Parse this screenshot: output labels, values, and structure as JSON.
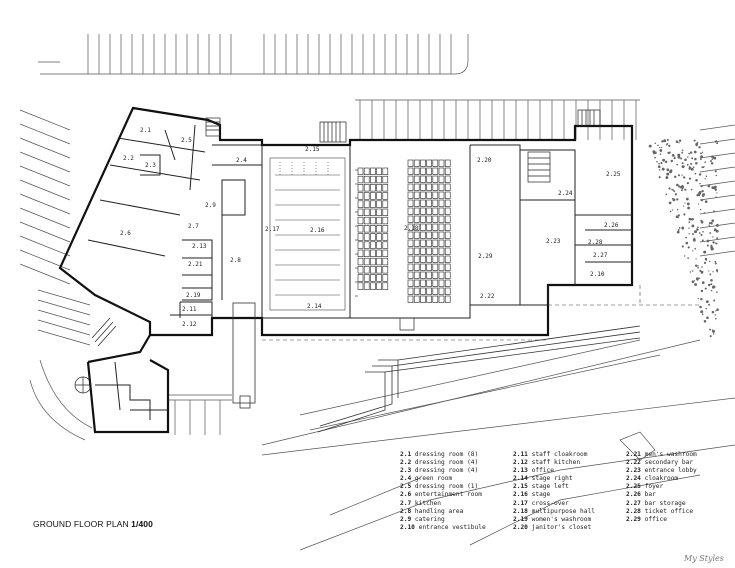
{
  "title": {
    "text": "GROUND FLOOR PLAN",
    "scale": "1/400"
  },
  "watermark": "My Styles",
  "room_labels": [
    "2.1",
    "2.2",
    "2.3",
    "2.4",
    "2.5",
    "2.6",
    "2.7",
    "2.8",
    "2.9",
    "2.10",
    "2.11",
    "2.12",
    "2.13",
    "2.14",
    "2.15",
    "2.16",
    "2.17",
    "2.18",
    "2.19",
    "2.20",
    "2.21",
    "2.22",
    "2.23",
    "2.24",
    "2.25",
    "2.26",
    "2.27",
    "2.28",
    "2.29"
  ],
  "legend": [
    [
      {
        "num": "2.1",
        "name": "dressing room (8)"
      },
      {
        "num": "2.2",
        "name": "dressing room (4)"
      },
      {
        "num": "2.3",
        "name": "dressing room (4)"
      },
      {
        "num": "2.4",
        "name": "green room"
      },
      {
        "num": "2.5",
        "name": "dressing room (1)"
      },
      {
        "num": "2.6",
        "name": "entertainment room"
      },
      {
        "num": "2.7",
        "name": "kitchen"
      },
      {
        "num": "2.8",
        "name": "handling area"
      },
      {
        "num": "2.9",
        "name": "catering"
      },
      {
        "num": "2.10",
        "name": "entrance vestibule"
      }
    ],
    [
      {
        "num": "2.11",
        "name": "staff cloakroom"
      },
      {
        "num": "2.12",
        "name": "staff kitchen"
      },
      {
        "num": "2.13",
        "name": "office"
      },
      {
        "num": "2.14",
        "name": "stage right"
      },
      {
        "num": "2.15",
        "name": "stage left"
      },
      {
        "num": "2.16",
        "name": "stage"
      },
      {
        "num": "2.17",
        "name": "cross-over"
      },
      {
        "num": "2.18",
        "name": "multipurpose hall"
      },
      {
        "num": "2.19",
        "name": "women's washroom"
      },
      {
        "num": "2.20",
        "name": "janitor's closet"
      }
    ],
    [
      {
        "num": "2.21",
        "name": "men's washroom"
      },
      {
        "num": "2.22",
        "name": "secondary bar"
      },
      {
        "num": "2.23",
        "name": "entrance lobby"
      },
      {
        "num": "2.24",
        "name": "cloakroom"
      },
      {
        "num": "2.25",
        "name": "foyer"
      },
      {
        "num": "2.26",
        "name": "bar"
      },
      {
        "num": "2.27",
        "name": "bar storage"
      },
      {
        "num": "2.28",
        "name": "ticket office"
      },
      {
        "num": "2.29",
        "name": "office"
      }
    ]
  ]
}
